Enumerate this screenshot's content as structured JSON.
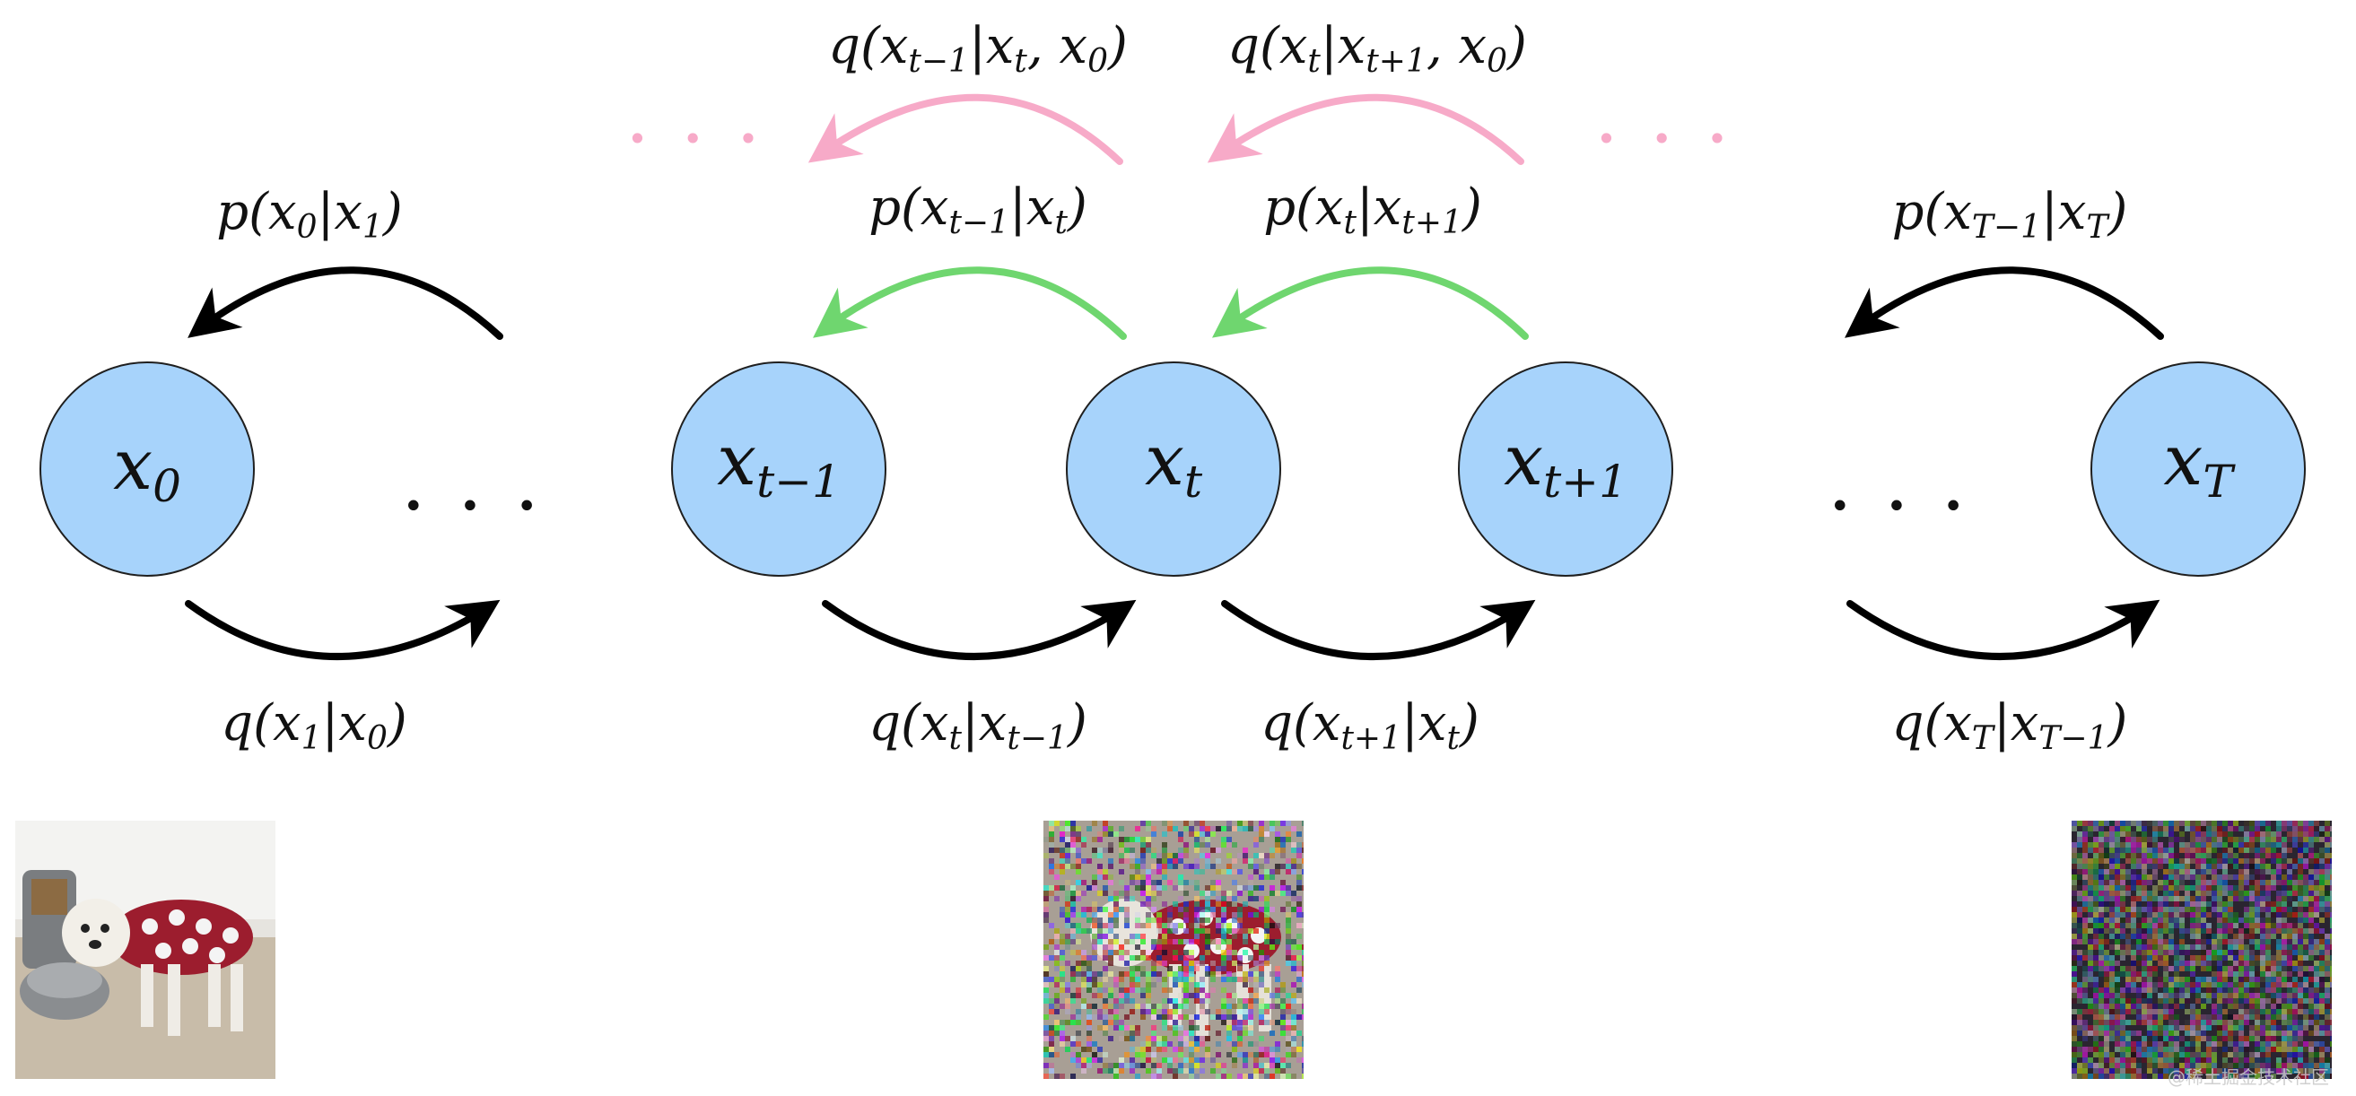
{
  "colors": {
    "node_fill": "#a7d3fb",
    "node_stroke": "#1f1f1f",
    "arrow_black": "#000000",
    "arrow_green": "#6fd66f",
    "arrow_pink": "#f7aac8"
  },
  "nodes": [
    {
      "id": "x0",
      "base": "x",
      "sub": "0"
    },
    {
      "id": "x_t_minus_1",
      "base": "x",
      "sub": "t−1"
    },
    {
      "id": "x_t",
      "base": "x",
      "sub": "t"
    },
    {
      "id": "x_t_plus_1",
      "base": "x",
      "sub": "t+1"
    },
    {
      "id": "x_T",
      "base": "x",
      "sub": "T"
    }
  ],
  "ellipsis": "· · ·",
  "labels": {
    "p_x0_x1": [
      [
        "p(x",
        ""
      ],
      [
        "0",
        "sub"
      ],
      [
        "|x",
        ""
      ],
      [
        "1",
        "sub"
      ],
      [
        ")",
        ""
      ]
    ],
    "q_x1_x0": [
      [
        "q(x",
        ""
      ],
      [
        "1",
        "sub"
      ],
      [
        "|x",
        ""
      ],
      [
        "0",
        "sub"
      ],
      [
        ")",
        ""
      ]
    ],
    "p_xt1_xt": [
      [
        "p(x",
        ""
      ],
      [
        "t−1",
        "sub"
      ],
      [
        "|x",
        ""
      ],
      [
        "t",
        "sub"
      ],
      [
        ")",
        ""
      ]
    ],
    "q_xt_xt1": [
      [
        "q(x",
        ""
      ],
      [
        "t",
        "sub"
      ],
      [
        "|x",
        ""
      ],
      [
        "t−1",
        "sub"
      ],
      [
        ")",
        ""
      ]
    ],
    "p_xt_xtp1": [
      [
        "p(x",
        ""
      ],
      [
        "t",
        "sub"
      ],
      [
        "|x",
        ""
      ],
      [
        "t+1",
        "sub"
      ],
      [
        ")",
        ""
      ]
    ],
    "q_xtp1_xt": [
      [
        "q(x",
        ""
      ],
      [
        "t+1",
        "sub"
      ],
      [
        "|x",
        ""
      ],
      [
        "t",
        "sub"
      ],
      [
        ")",
        ""
      ]
    ],
    "p_xT1_xT": [
      [
        "p(x",
        ""
      ],
      [
        "T−1",
        "sub"
      ],
      [
        "|x",
        ""
      ],
      [
        "T",
        "sub"
      ],
      [
        ")",
        ""
      ]
    ],
    "q_xT_xT1": [
      [
        "q(x",
        ""
      ],
      [
        "T",
        "sub"
      ],
      [
        "|x",
        ""
      ],
      [
        "T−1",
        "sub"
      ],
      [
        ")",
        ""
      ]
    ],
    "q_post_t1": [
      [
        "q(x",
        ""
      ],
      [
        "t−1",
        "sub"
      ],
      [
        "|x",
        ""
      ],
      [
        "t",
        "sub"
      ],
      [
        ", x",
        ""
      ],
      [
        "0",
        "sub"
      ],
      [
        ")",
        ""
      ]
    ],
    "q_post_t": [
      [
        "q(x",
        ""
      ],
      [
        "t",
        "sub"
      ],
      [
        "|x",
        ""
      ],
      [
        "t+1",
        "sub"
      ],
      [
        ", x",
        ""
      ],
      [
        "0",
        "sub"
      ],
      [
        ")",
        ""
      ]
    ]
  },
  "images": [
    {
      "name": "clean-dog-image",
      "noise": 0.0
    },
    {
      "name": "noisy-dog-image",
      "noise": 0.55
    },
    {
      "name": "pure-noise-image",
      "noise": 1.0
    }
  ],
  "watermark": "@稀土掘金技术社区"
}
